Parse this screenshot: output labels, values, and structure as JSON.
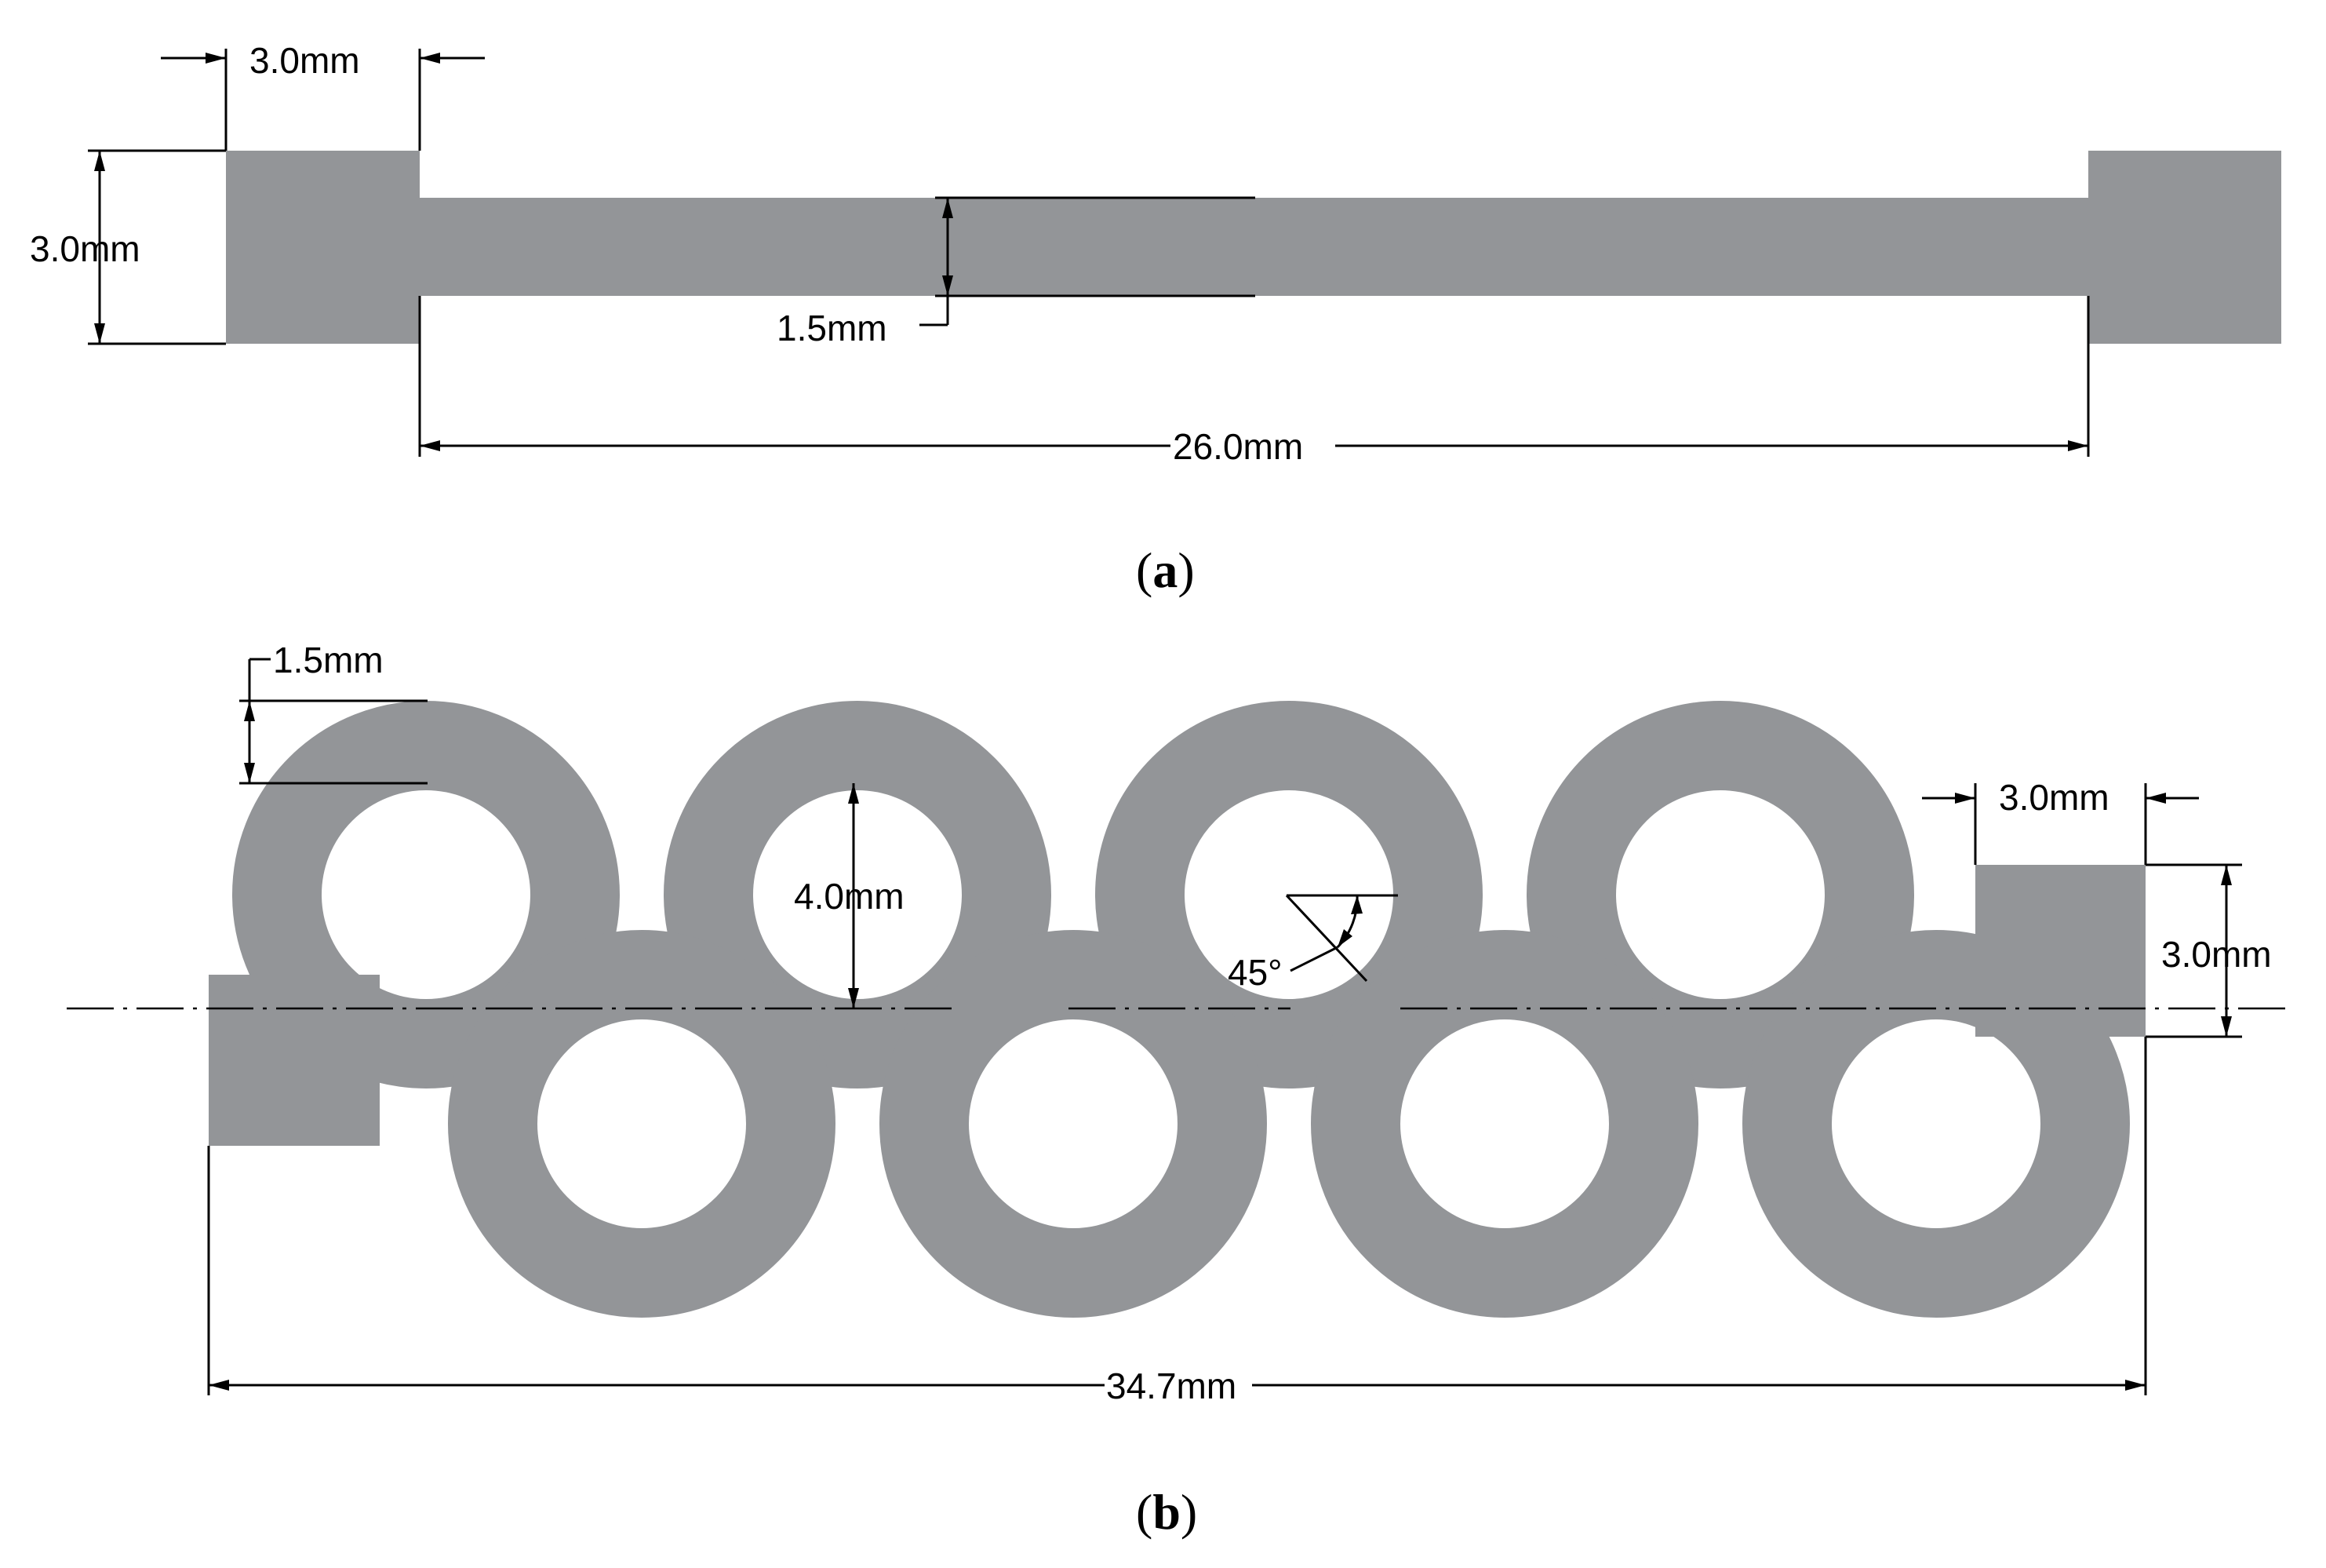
{
  "panel_a": {
    "label_open": "(",
    "label_letter": "a",
    "label_close": ")",
    "pad_width": "3.0mm",
    "pad_height": "3.0mm",
    "strip_width": "1.5mm",
    "strip_length": "26.0mm"
  },
  "panel_b": {
    "label_open": "(",
    "label_letter": "b",
    "label_close": ")",
    "trace_width": "1.5mm",
    "inner_diameter": "4.0mm",
    "angle": "45°",
    "pad_width": "3.0mm",
    "pad_height": "3.0mm",
    "total_length": "34.7mm"
  },
  "colors": {
    "conductor": "#939598",
    "lines": "#000000",
    "background": "#ffffff"
  }
}
